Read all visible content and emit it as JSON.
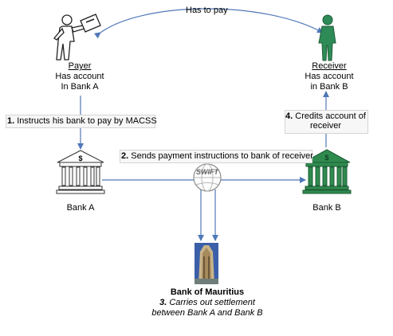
{
  "top_arrow_label": "Has to pay",
  "payer": {
    "title": "Payer",
    "line1": "Has account",
    "line2": "In Bank A"
  },
  "receiver": {
    "title": "Receiver",
    "line1": "Has account",
    "line2": "in Bank B"
  },
  "step1": {
    "num": "1.",
    "text": " Instructs his bank to pay by MACSS"
  },
  "step2": {
    "num": "2.",
    "text": " Sends payment instructions to bank of receiver"
  },
  "step4": {
    "num": "4.",
    "line1": " Credits account of",
    "line2": "receiver"
  },
  "bank_a_label": "Bank A",
  "bank_b_label": "Bank B",
  "bank_a_sign": "$",
  "bank_b_sign": "$",
  "swift_label": "SWIFT",
  "central_bank": {
    "name": "Bank of Mauritius",
    "step_num": "3.",
    "line1": " Carries out settlement",
    "line2": "between Bank A and Bank B"
  },
  "colors": {
    "arrow": "#4f78b8",
    "receiver_green": "#2e8b57",
    "bank_b_green": "#2f8a4e"
  },
  "icons": [
    "payer-person-icon",
    "receiver-person-icon",
    "bank-a-icon",
    "bank-b-icon",
    "swift-globe-icon",
    "central-bank-building-icon"
  ]
}
